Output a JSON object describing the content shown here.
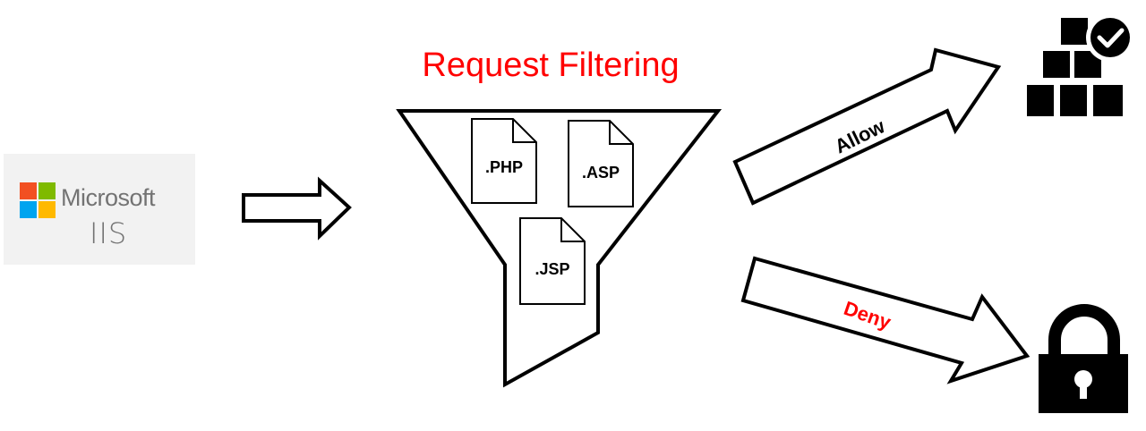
{
  "source": {
    "brand": "Microsoft",
    "product": "IIS"
  },
  "filter": {
    "title": "Request Filtering",
    "files": [
      ".PHP",
      ".ASP",
      ".JSP"
    ]
  },
  "outcomes": {
    "allow_label": "Allow",
    "deny_label": "Deny",
    "deny_color": "#ff0000",
    "allow_icon": "boxes-check-icon",
    "deny_icon": "padlock-icon"
  },
  "colors": {
    "title": "#ff0000",
    "ms_red": "#f25022",
    "ms_green": "#7fba00",
    "ms_blue": "#00a4ef",
    "ms_yellow": "#ffb900"
  }
}
